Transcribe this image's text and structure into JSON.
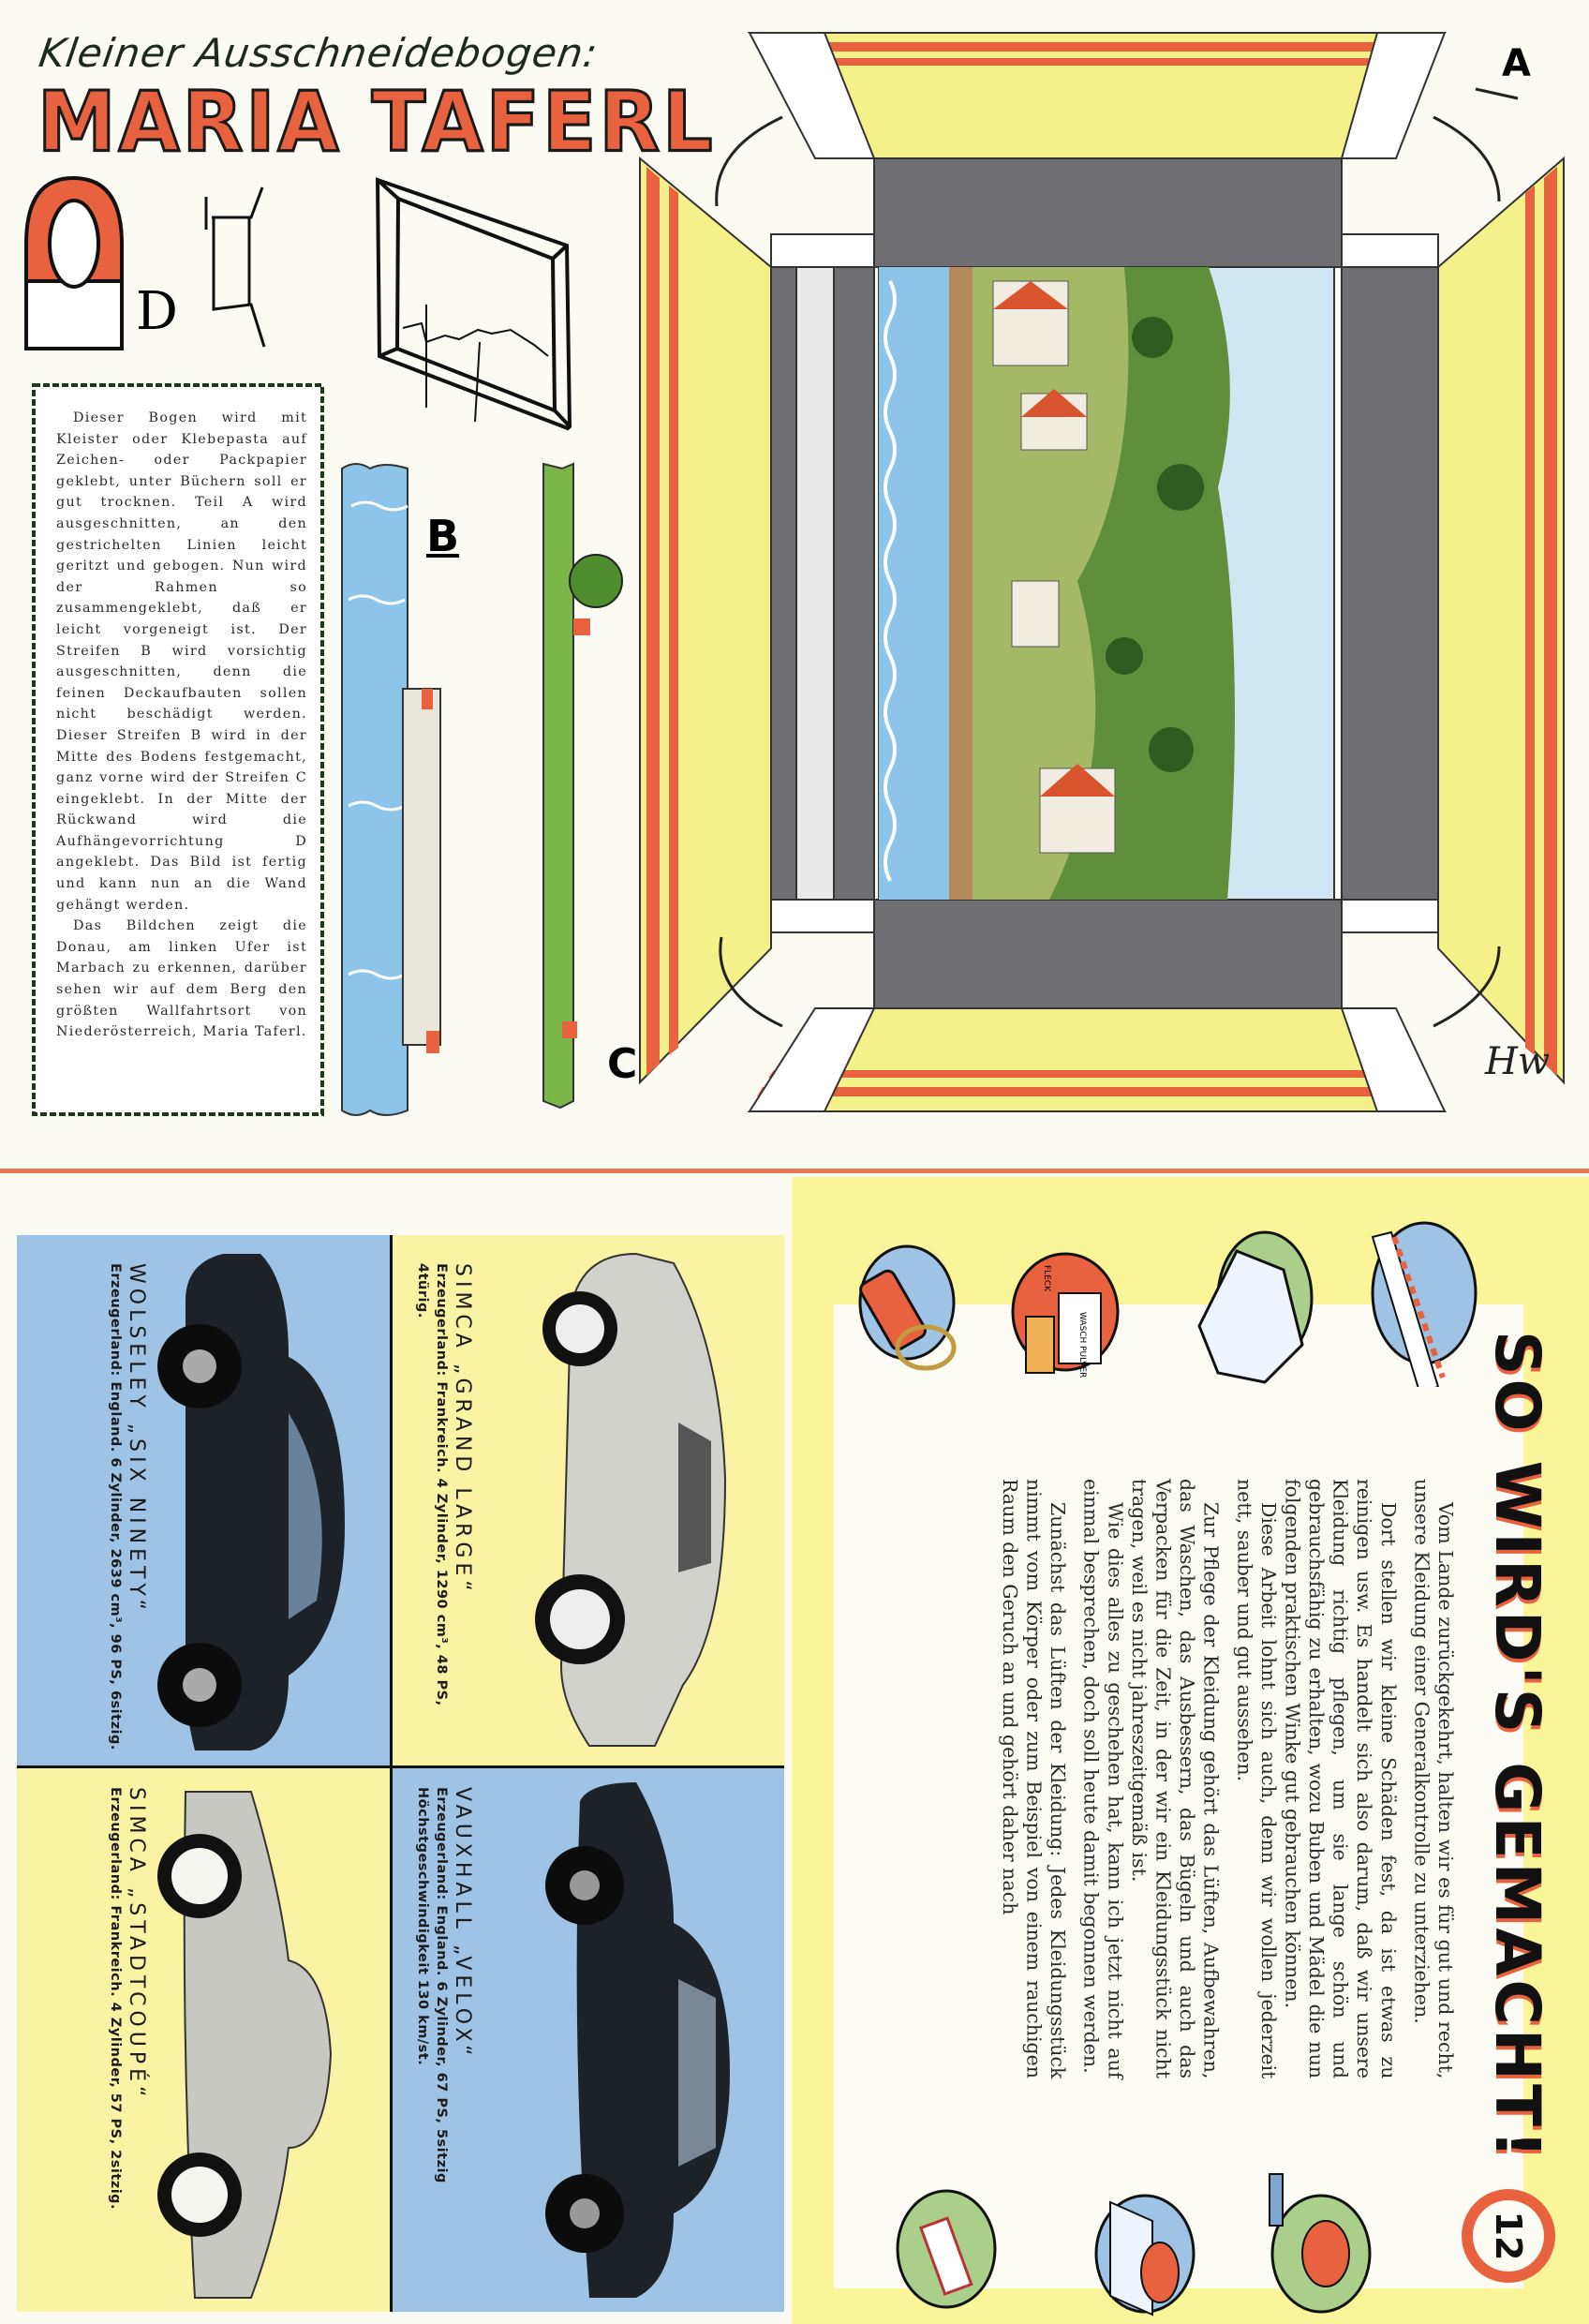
{
  "cutout": {
    "subtitle": "Kleiner Ausschneidebogen:",
    "title": "MARIA TAFERL",
    "part_labels": {
      "a": "A",
      "b": "B",
      "c": "C",
      "d": "D"
    },
    "instructions": [
      "Dieser Bogen wird mit Kleister oder Klebepasta auf Zeichen- oder Packpapier geklebt, unter Büchern soll er gut trocknen. Teil A wird ausgeschnitten, an den gestrichelten Linien leicht geritzt und gebogen. Nun wird der Rahmen so zusammengeklebt, daß er leicht vorgeneigt ist. Der Streifen B wird vorsichtig ausgeschnitten, denn die feinen Deckaufbauten sollen nicht beschädigt werden. Dieser Streifen B wird in der Mitte des Bodens festgemacht, ganz vorne wird der Streifen C eingeklebt. In der Mitte der Rückwand wird die Aufhängevorrichtung D angeklebt. Das Bild ist fertig und kann nun an die Wand gehängt werden.",
      "Das Bildchen zeigt die Donau, am linken Ufer ist Marbach zu erkennen, darüber sehen wir auf dem Berg den größten Wallfahrtsort von Niederösterreich, Maria Taferl."
    ],
    "signature": "Hw"
  },
  "cars": [
    {
      "name": "WOLSELEY „SIX NINETY“",
      "details": "Erzeugerland: England. 6 Zylinder, 2639 cm³, 96 PS, 6sitzig.",
      "color": "#9ec3e4"
    },
    {
      "name": "SIMCA „GRAND LARGE“",
      "details": "Erzeugerland: Frankreich. 4 Zylinder, 1290 cm³, 48 PS, 4türig.",
      "color": "#fbf3a4"
    },
    {
      "name": "SIMCA „STADTCOUPÉ“",
      "details": "Erzeugerland: Frankreich. 4 Zylinder, 57 PS, 2sitzig.",
      "color": "#fbf3a4"
    },
    {
      "name": "VAUXHALL „VELOX“",
      "details": "Erzeugerland: England. 6 Zylinder, 67 PS, 5sitzig Höchstgeschwindigkeit 130 km/st.",
      "color": "#9ec3e4"
    }
  ],
  "article": {
    "title": "SO WIRD'S GEMACHT!",
    "page_number": "12",
    "paragraphs": [
      "Vom Lande zurückgekehrt, halten wir es für gut und recht, unsere Kleidung einer Generalkontrolle zu unterziehen.",
      "Dort stellen wir kleine Schäden fest, da ist etwas zu reinigen usw. Es handelt sich also darum, daß wir unsere Kleidung richtig pflegen, um sie lange schön und gebrauchsfähig zu erhalten, wozu Buben und Mädel die nun folgenden praktischen Winke gut gebrauchen können.",
      "Diese Arbeit lohnt sich auch, denn wir wollen jederzeit nett, sauber und gut aussehen.",
      "Zur Pflege der Kleidung gehört das Lüften, Aufbewahren, das Waschen, das Ausbessern, das Bügeln und auch das Verpacken für die Zeit, in der wir ein Kleidungsstück nicht tragen, weil es nicht jahreszeitgemäß ist.",
      "Wie dies alles zu geschehen hat, kann ich jetzt nicht auf einmal besprechen, doch soll heute damit begonnen werden.",
      "Zunächst das Lüften der Kleidung: Jedes Kleidungsstück nimmt vom Körper oder zum Beispiel von einem rauchigen Raum den Geruch an und gehört daher nach"
    ],
    "icon_labels": {
      "stain_remover": "FLECK",
      "washing_powder": "WASCH PULVER"
    }
  },
  "colors": {
    "accent": "#e8623f",
    "yellow": "#f4f08a",
    "gray": "#6f6f73",
    "blue": "#9ec3e4"
  }
}
